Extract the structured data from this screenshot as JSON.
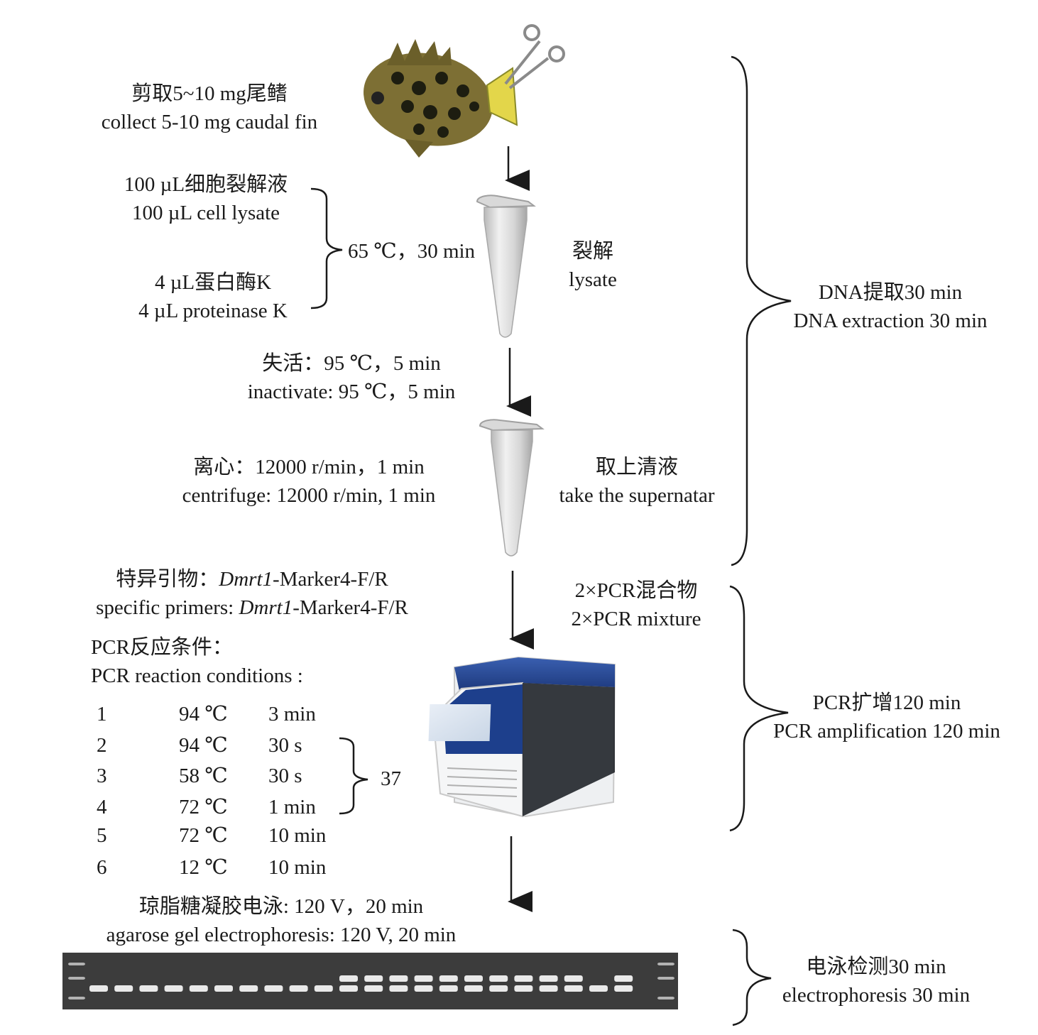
{
  "dna_extraction": {
    "step1_cn": "剪取5~10 mg尾鳍",
    "step1_en": "collect 5-10 mg caudal fin",
    "reagent1_cn": "100 µL细胞裂解液",
    "reagent1_en": "100 µL cell lysate",
    "reagent2_cn": "4 µL蛋白酶K",
    "reagent2_en": "4 µL proteinase K",
    "incubation": "65 ℃，30 min",
    "lysis_cn": "裂解",
    "lysis_en": "lysate",
    "inactivate_cn": "失活：95 ℃，5 min",
    "inactivate_en": "inactivate: 95 ℃，5 min",
    "centrifuge_cn": "离心：12000 r/min，1 min",
    "centrifuge_en": "centrifuge: 12000 r/min, 1 min",
    "supernatant_cn": "取上清液",
    "supernatant_en": "take the supernatar",
    "phase_cn": "DNA提取30 min",
    "phase_en": "DNA extraction 30 min"
  },
  "pcr": {
    "primers_cn_prefix": "特异引物：",
    "primers_en_prefix": "specific primers: ",
    "gene": "Dmrt1",
    "marker": "-Marker4-F/R",
    "mixture_cn": "2×PCR混合物",
    "mixture_en": "2×PCR mixture",
    "conditions_cn": "PCR反应条件：",
    "conditions_en": "PCR reaction conditions :",
    "steps": [
      {
        "step": "1",
        "temp": "94 ℃",
        "time": "3 min"
      },
      {
        "step": "2",
        "temp": "94 ℃",
        "time": "30 s"
      },
      {
        "step": "3",
        "temp": "58 ℃",
        "time": "30 s"
      },
      {
        "step": "4",
        "temp": "72 ℃",
        "time": "1 min"
      },
      {
        "step": "5",
        "temp": "72 ℃",
        "time": "10 min"
      },
      {
        "step": "6",
        "temp": "12 ℃",
        "time": "10 min"
      }
    ],
    "cycles": "37",
    "phase_cn": "PCR扩增120 min",
    "phase_en": "PCR amplification 120 min"
  },
  "electrophoresis": {
    "gel_cn": "琼脂糖凝胶电泳: 120 V，20 min",
    "gel_en": "agarose gel electrophoresis: 120 V, 20 min",
    "phase_cn": "电泳检测30 min",
    "phase_en": "electrophoresis 30 min"
  },
  "colors": {
    "text": "#1a1a1a",
    "gel_background": "#3c3c3c",
    "band": "#f2f2f2",
    "instrument_blue": "#1d3f8c",
    "fish_body": "#8a7a3a",
    "fish_tail": "#e4d84a"
  },
  "icons": [
    "fish-icon",
    "scissors-icon",
    "tube-icon",
    "pcr-machine-icon",
    "gel-image"
  ]
}
